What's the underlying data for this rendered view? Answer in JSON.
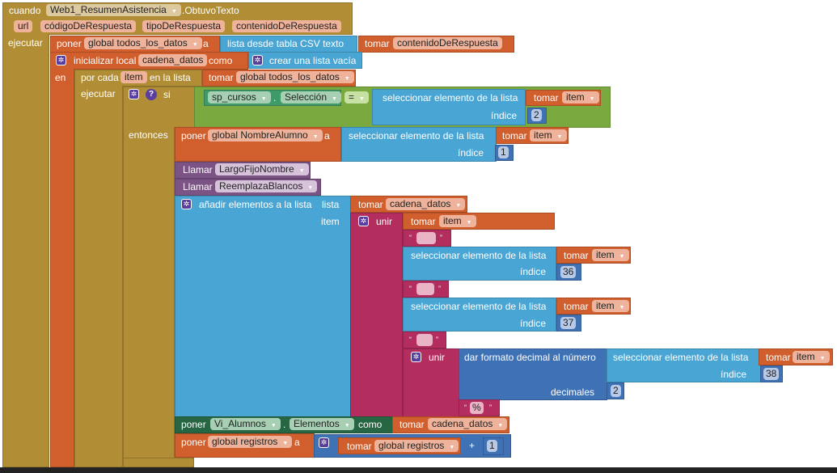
{
  "event": {
    "keyword": "cuando",
    "component": "Web1_ResumenAsistencia",
    "event_name": ".ObtuvoTexto",
    "params": [
      "url",
      "códigoDeRespuesta",
      "tipoDeRespuesta",
      "contenidoDeRespuesta"
    ],
    "do_label": "ejecutar"
  },
  "set_all": {
    "keyword": "poner",
    "var": "global todos_los_datos",
    "to": "a",
    "csv_label": "lista desde tabla CSV  texto",
    "get": "tomar",
    "get_var": "contenidoDeRespuesta"
  },
  "init_local": {
    "label": "inicializar local",
    "var": "cadena_datos",
    "as": "como",
    "empty_list": "crear una lista vacía",
    "in_label": "en"
  },
  "foreach": {
    "label": "por cada",
    "var": "item",
    "in_list": "en la lista",
    "get": "tomar",
    "get_var": "global todos_los_datos",
    "do_label": "ejecutar"
  },
  "if_block": {
    "if_label": "si",
    "help": "?",
    "then_label": "entonces",
    "component": "sp_cursos",
    "dot": ".",
    "property": "Selección",
    "op": "=",
    "select_label": "seleccionar elemento de la lista",
    "get": "tomar",
    "get_var": "item",
    "index_label": "índice",
    "index": "2"
  },
  "set_name": {
    "keyword": "poner",
    "var": "global NombreAlumno",
    "to": "a",
    "select_label": "seleccionar elemento de la lista",
    "get": "tomar",
    "get_var": "item",
    "index_label": "índice",
    "index": "1"
  },
  "calls": [
    {
      "label": "Llamar",
      "proc": "LargoFijoNombre"
    },
    {
      "label": "Llamar",
      "proc": "ReemplazaBlancos"
    }
  ],
  "add_items": {
    "label": "añadir elementos a la lista",
    "list_label": "lista",
    "item_label": "item",
    "get": "tomar",
    "get_var": "cadena_datos"
  },
  "join": {
    "label": "unir",
    "get": "tomar",
    "get_var": "item",
    "selects": [
      {
        "label": "seleccionar elemento de la lista",
        "get": "tomar",
        "get_var": "item",
        "index_label": "índice",
        "index": "36"
      },
      {
        "label": "seleccionar elemento de la lista",
        "get": "tomar",
        "get_var": "item",
        "index_label": "índice",
        "index": "37"
      }
    ],
    "inner_join": "unir",
    "format_label": "dar formato decimal al número",
    "select_label": "seleccionar elemento de la lista",
    "index_label": "índice",
    "index": "38",
    "decimals_label": "decimales",
    "decimals": "2",
    "percent": "%",
    "quote_open": "“",
    "quote_close": "”"
  },
  "set_comp": {
    "keyword": "poner",
    "component": "Vi_Alumnos",
    "dot": ".",
    "property": "Elementos",
    "as": "como",
    "get": "tomar",
    "get_var": "cadena_datos"
  },
  "set_reg": {
    "keyword": "poner",
    "var": "global registros",
    "to": "a",
    "get": "tomar",
    "get_var": "global registros",
    "op": "+",
    "value": "1"
  }
}
